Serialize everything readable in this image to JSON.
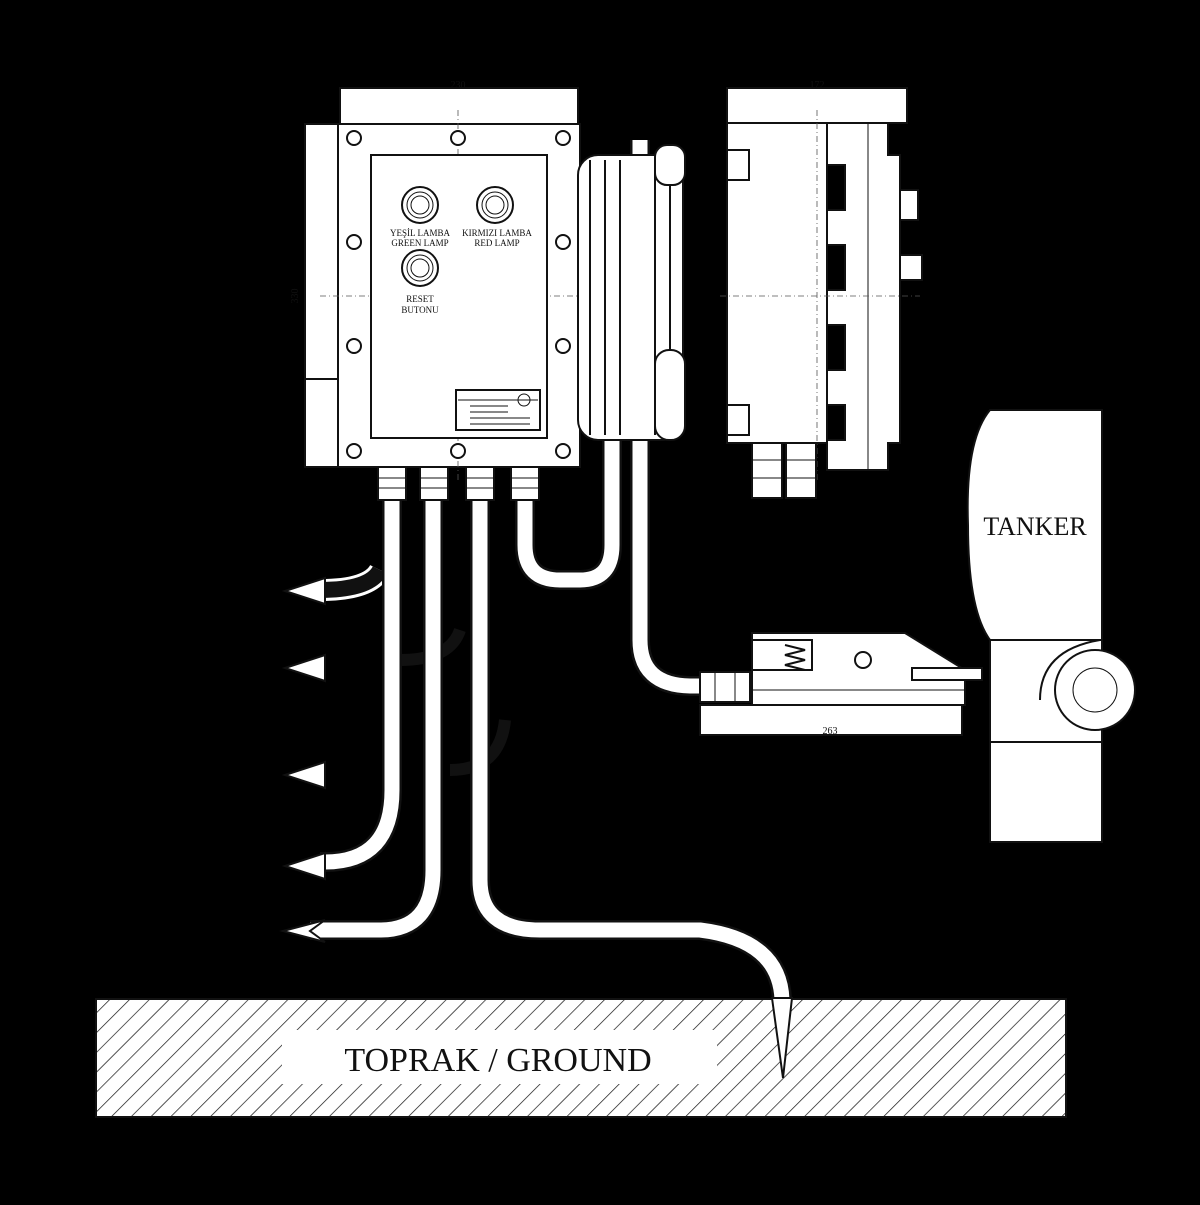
{
  "colors": {
    "background": "#000000",
    "drawing": "#ffffff",
    "ink": "#111111"
  },
  "panel": {
    "green_lamp_tr": "YEŞİL LAMBA",
    "green_lamp_en": "GREEN LAMP",
    "red_lamp_tr": "KIRMIZI LAMBA",
    "red_lamp_en": "RED LAMP",
    "reset_tr": "RESET",
    "reset_en": "BUTONU"
  },
  "dimensions": {
    "front_width": "230",
    "side_width": "172",
    "front_height": "330",
    "clamp_length": "263"
  },
  "tanker_label": "TANKER",
  "ground_label": "TOPRAK / GROUND",
  "icons": [
    "arrow-left-icon",
    "bolt-icon",
    "spring-icon",
    "ground-spike-icon"
  ]
}
